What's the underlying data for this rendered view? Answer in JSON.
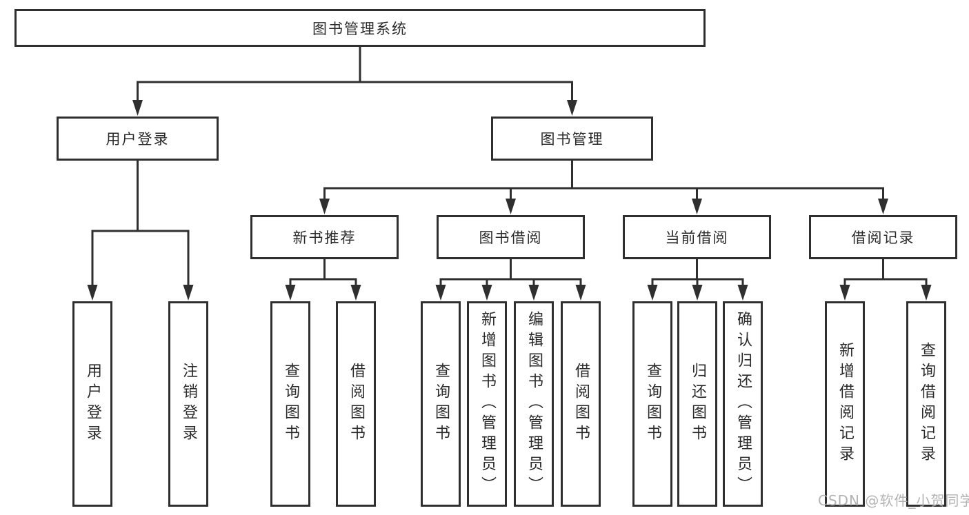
{
  "diagram": {
    "type": "tree",
    "orientation": "top-down",
    "line_color": "#2f2f2f",
    "box_background": "#ffffff",
    "text_color": "#2a2a2a",
    "watermark_color": "#afafaf"
  },
  "tree": {
    "label": "图书管理系统",
    "children": [
      {
        "label": "用户登录",
        "children": [
          {
            "label": "用户登录"
          },
          {
            "label": "注销登录"
          }
        ]
      },
      {
        "label": "图书管理",
        "children": [
          {
            "label": "新书推荐",
            "children": [
              {
                "label": "查询图书"
              },
              {
                "label": "借阅图书"
              }
            ]
          },
          {
            "label": "图书借阅",
            "children": [
              {
                "label": "查询图书"
              },
              {
                "label": "新增图书（管理员）"
              },
              {
                "label": "编辑图书（管理员）"
              },
              {
                "label": "借阅图书"
              }
            ]
          },
          {
            "label": "当前借阅",
            "children": [
              {
                "label": "查询图书"
              },
              {
                "label": "归还图书"
              },
              {
                "label": "确认归还（管理员）"
              }
            ]
          },
          {
            "label": "借阅记录",
            "children": [
              {
                "label": "新增借阅记录"
              },
              {
                "label": "查询借阅记录"
              }
            ]
          }
        ]
      }
    ]
  },
  "watermark": "CSDN @软件_小贺同学"
}
